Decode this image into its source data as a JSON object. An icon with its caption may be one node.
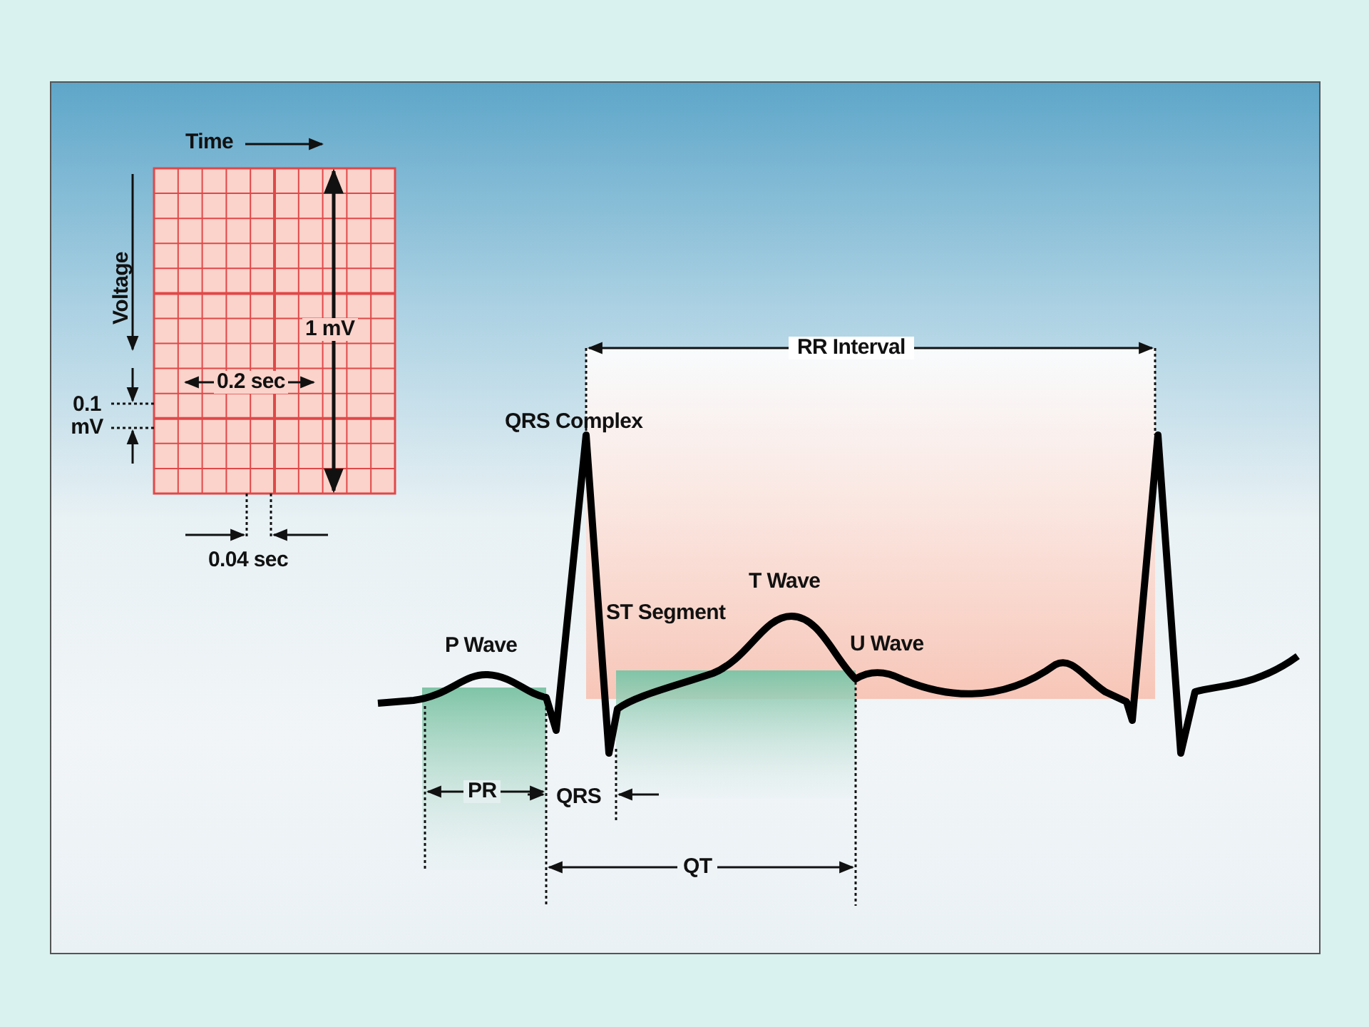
{
  "diagram": {
    "labels": [
      "Time",
      "Voltage",
      "1 mV",
      "RR Interval",
      "0.2 sec",
      "0.1 mV",
      "QRS Complex",
      "0.04 sec",
      "T Wave",
      "ST Segment",
      "P Wave",
      "U Wave",
      "PR",
      "QRS",
      "QT"
    ]
  }
}
